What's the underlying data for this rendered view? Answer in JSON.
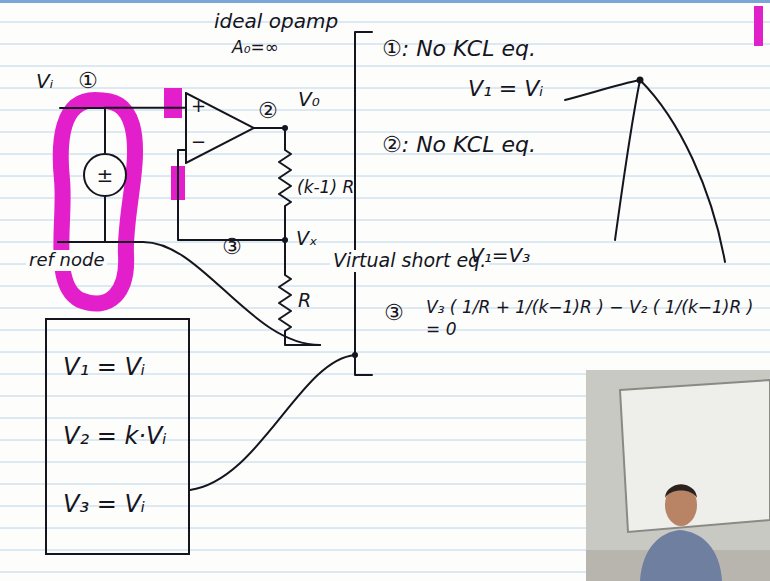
{
  "diagram": {
    "nodes": [
      {
        "text": [
          "+",
          "−"
        ]
      },
      {
        "text": [
          "±"
        ]
      },
      {
        "text": [
          "V₁ = Vᵢ",
          "V₂ = k·Vᵢ",
          "V₃ = Vᵢ"
        ]
      }
    ],
    "edges": [
      {
        "from": 1,
        "to": 0,
        "arrow": "none"
      }
    ],
    "labels": [
      "ideal opamp",
      "A₀=∞",
      "Vᵢ",
      "①",
      "②",
      "V₀",
      "(k-1) R",
      "Vₓ",
      "③",
      "R",
      "ref node",
      "①: No KCL eq.",
      "V₁ = Vᵢ",
      "②: No KCL eq.",
      "Virtual short eq.",
      "V₁=V₃",
      "③",
      "V₃ ( 1/R + 1/(k−1)R ) − V₂ ( 1/(k−1)R ) = 0"
    ]
  }
}
